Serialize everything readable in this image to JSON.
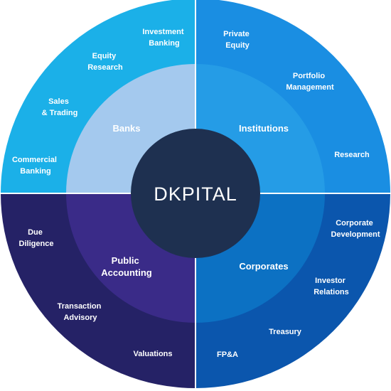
{
  "center": {
    "label": "DKPITAL",
    "color": "#1e3050"
  },
  "quadrants": [
    {
      "id": "banks",
      "label": "Banks",
      "outer_color": "#1bb0e8",
      "inner_color": "#a4c9ee",
      "items": [
        [
          "Investment",
          "Banking"
        ],
        [
          "Equity",
          "Research"
        ],
        [
          "Sales",
          "& Trading"
        ],
        [
          "Commercial",
          "Banking"
        ]
      ]
    },
    {
      "id": "institutions",
      "label": "Institutions",
      "outer_color": "#1a8ee2",
      "inner_color": "#259ce6",
      "items": [
        [
          "Private",
          "Equity"
        ],
        [
          "Portfolio",
          "Management"
        ],
        [
          "Research"
        ]
      ]
    },
    {
      "id": "corporates",
      "label": "Corporates",
      "outer_color": "#0b56ad",
      "inner_color": "#0c71c3",
      "items": [
        [
          "Corporate",
          "Development"
        ],
        [
          "Investor",
          "Relations"
        ],
        [
          "Treasury"
        ],
        [
          "FP&A"
        ]
      ]
    },
    {
      "id": "public-accounting",
      "label": [
        "Public",
        "Accounting"
      ],
      "outer_color": "#252266",
      "inner_color": "#3a2b88",
      "items": [
        [
          "Due",
          "Diligence"
        ],
        [
          "Transaction",
          "Advisory"
        ],
        [
          "Valuations"
        ]
      ]
    }
  ],
  "divider_color": "#ffffff"
}
